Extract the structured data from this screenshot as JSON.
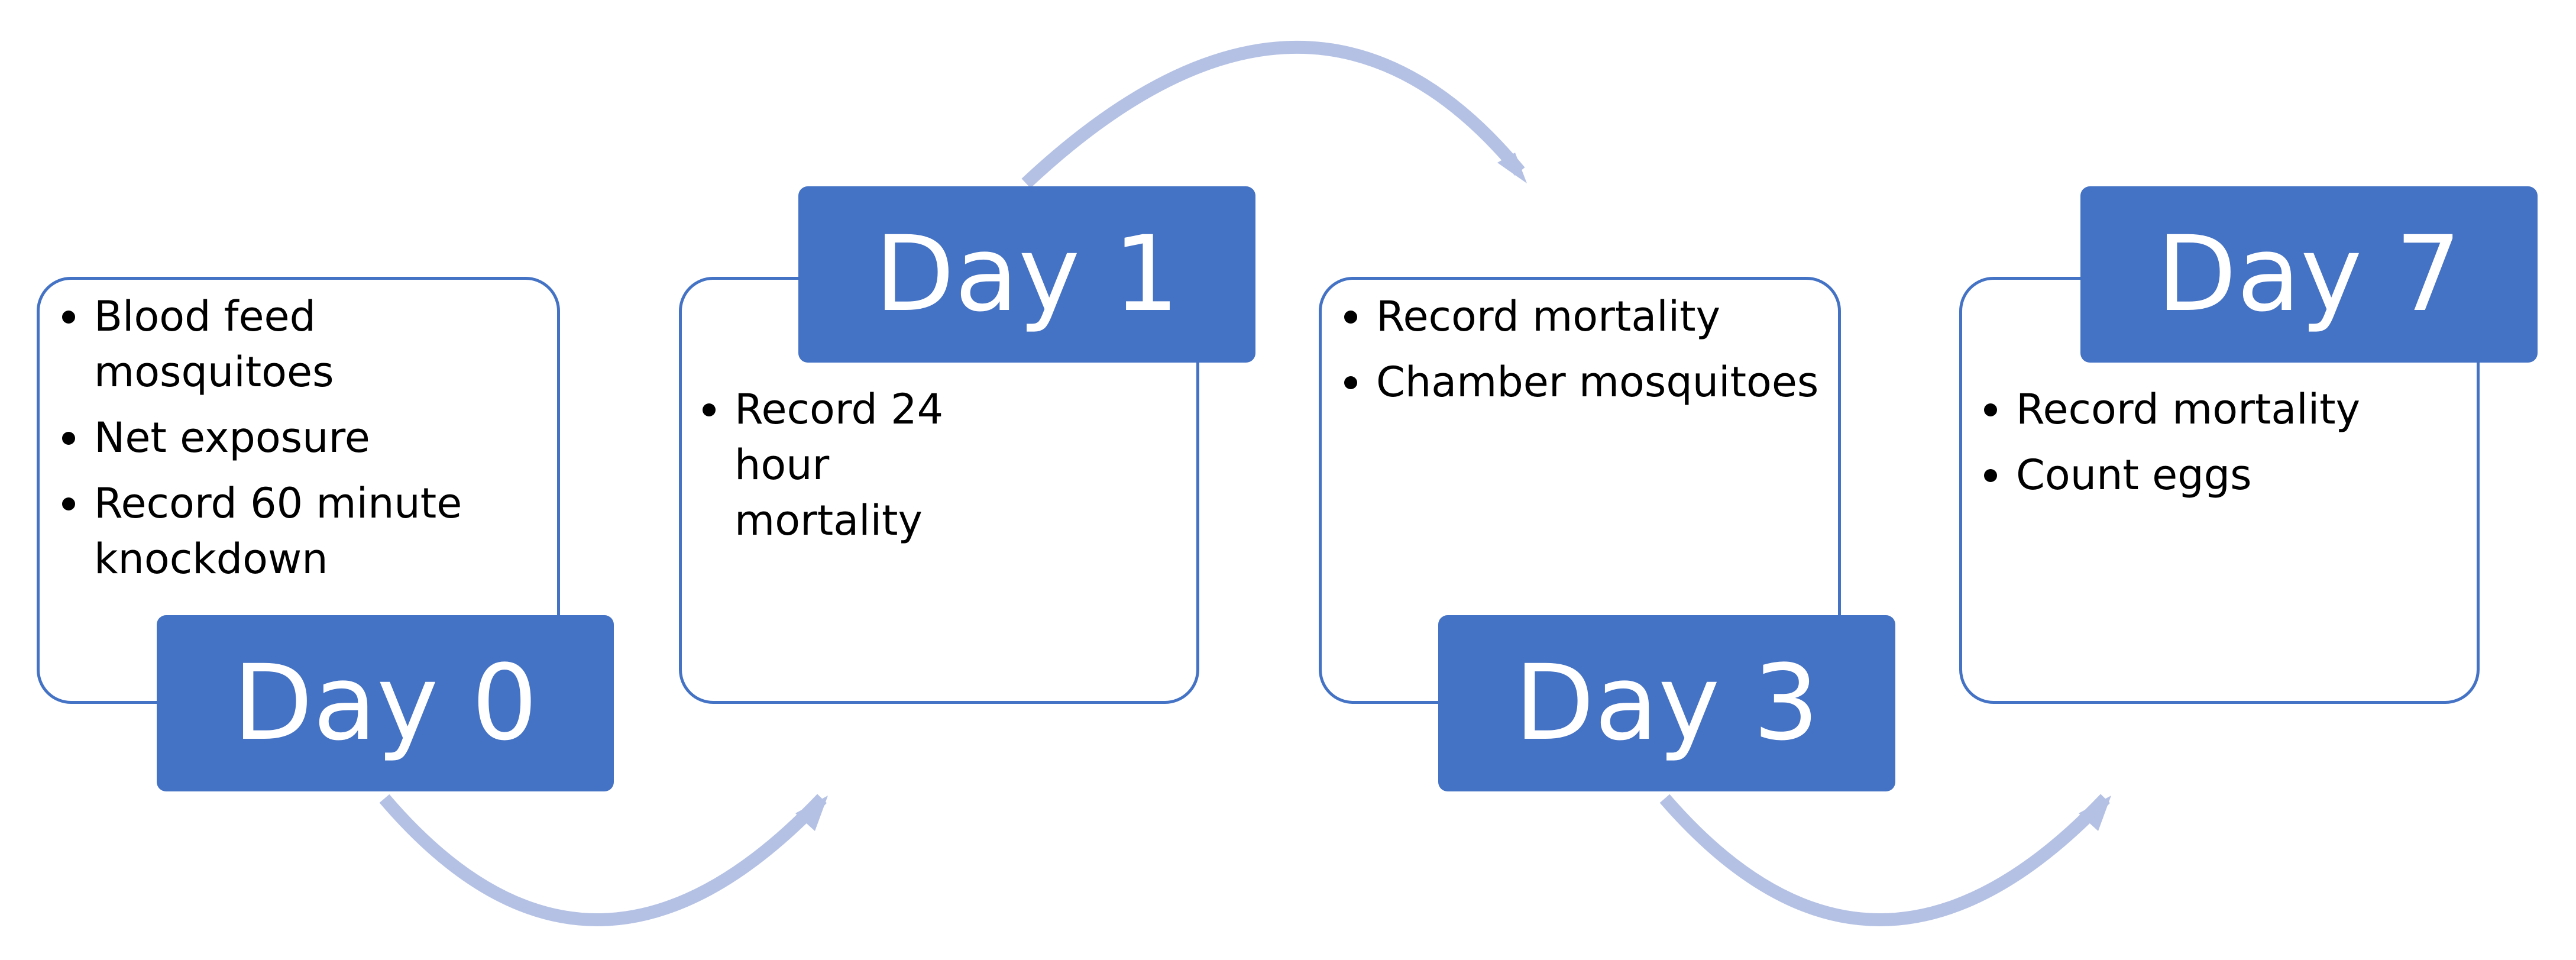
{
  "colors": {
    "accent": "#4472c4",
    "arrow": "#b4c1e4",
    "text": "#000000",
    "tab_text": "#ffffff"
  },
  "steps": [
    {
      "day": "Day 0",
      "items": [
        "Blood feed mosquitoes",
        "Net exposure",
        "Record 60 minute knockdown"
      ]
    },
    {
      "day": "Day 1",
      "items": [
        "Record 24 hour mortality"
      ]
    },
    {
      "day": "Day 3",
      "items": [
        "Record mortality",
        "Chamber mosquitoes"
      ]
    },
    {
      "day": "Day 7",
      "items": [
        "Record mortality",
        "Count eggs"
      ]
    }
  ]
}
